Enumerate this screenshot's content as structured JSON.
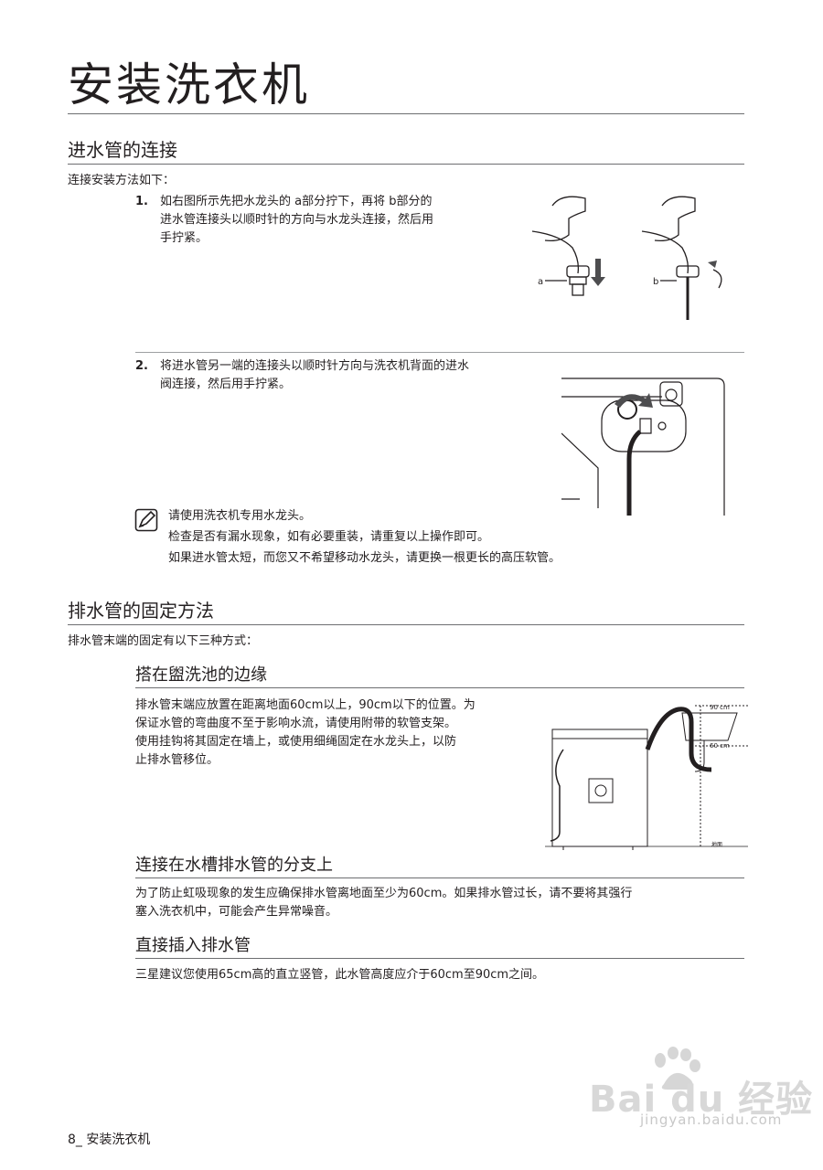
{
  "page": {
    "title": "安装洗衣机",
    "footer": "8_ 安装洗衣机"
  },
  "section_inlet": {
    "heading": "进水管的连接",
    "intro": "连接安装方法如下：",
    "steps": [
      {
        "number": "1.",
        "lines": [
          "如右图所示先把水龙头的  a部分拧下，再将  b部分的",
          "进水管连接头以顺时针的方向与水龙头连接，然后用",
          "手拧紧。"
        ],
        "figure_labels": [
          "a",
          "b"
        ]
      },
      {
        "number": "2.",
        "lines": [
          "将进水管另一端的连接头以顺时针方向与洗衣机背面的进水",
          "阀连接，然后用手拧紧。"
        ]
      }
    ],
    "notes": [
      "请使用洗衣机专用水龙头。",
      "检查是否有漏水现象，如有必要重装，请重复以上操作即可。",
      "如果进水管太短，而您又不希望移动水龙头，请更换一根更长的高压软管。"
    ],
    "note_icon": "note-pencil-icon"
  },
  "section_drain": {
    "heading": "排水管的固定方法",
    "intro": "排水管末端的固定有以下三种方式：",
    "sub1": {
      "heading": "搭在盥洗池的边缘",
      "lines": [
        "排水管末端应放置在距离地面60cm以上，90cm以下的位置。为",
        "保证水管的弯曲度不至于影响水流，请使用附带的软管支架。",
        "使用挂钩将其固定在墙上，或使用细绳固定在水龙头上，以防",
        "止排水管移位。"
      ],
      "figure_labels": [
        "90 cm",
        "60 cm",
        "地面"
      ]
    },
    "sub2": {
      "heading": "连接在水槽排水管的分支上",
      "lines": [
        "为了防止虹吸现象的发生应确保排水管离地面至少为60cm。如果排水管过长，请不要将其强行",
        "塞入洗衣机中，可能会产生异常噪音。"
      ]
    },
    "sub3": {
      "heading": "直接插入排水管",
      "lines": [
        "三星建议您使用65cm高的直立竖管，此水管高度应介于60cm至90cm之间。"
      ]
    }
  },
  "watermark": {
    "brand": "Bai du 经验",
    "url": "jingyan.baidu.com"
  }
}
